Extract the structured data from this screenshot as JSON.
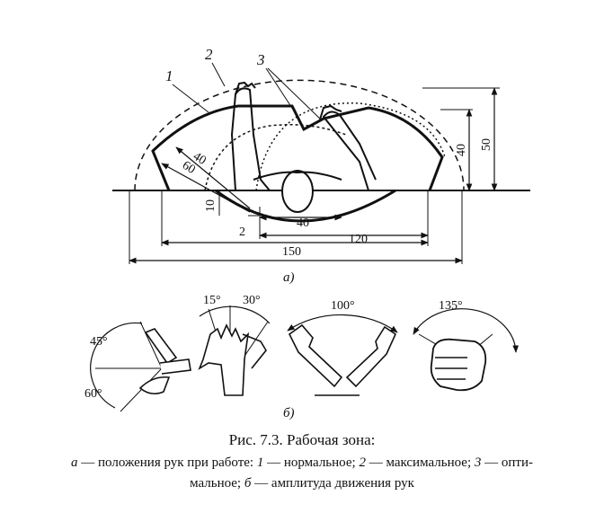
{
  "figure": {
    "panel_a": {
      "zone_labels": [
        "1",
        "2",
        "3"
      ],
      "dimensions": {
        "left_radius_inner": "40",
        "left_radius_outer": "60",
        "offset_v": "10",
        "offset_h": "2",
        "head_width": "40",
        "arm_span_right": "120",
        "total_width": "150",
        "height_inner": "40",
        "height_outer": "50"
      },
      "sublabel": "а)"
    },
    "panel_b": {
      "angles": {
        "wrist_up": "45°",
        "wrist_down": "60°",
        "hand_left": "15°",
        "hand_right": "30°",
        "forearm": "100°",
        "fist": "135°"
      },
      "sublabel": "б)"
    }
  },
  "caption": {
    "title": "Рис. 7.3. Рабочая зона:",
    "line1_parts": [
      "а",
      " — положения рук при работе: ",
      "1",
      " — нормальное; ",
      "2",
      " — максимальное; ",
      "3",
      " — опти-"
    ],
    "line2_parts": [
      "мальное; ",
      "б",
      " — амплитуда движения рук"
    ]
  }
}
